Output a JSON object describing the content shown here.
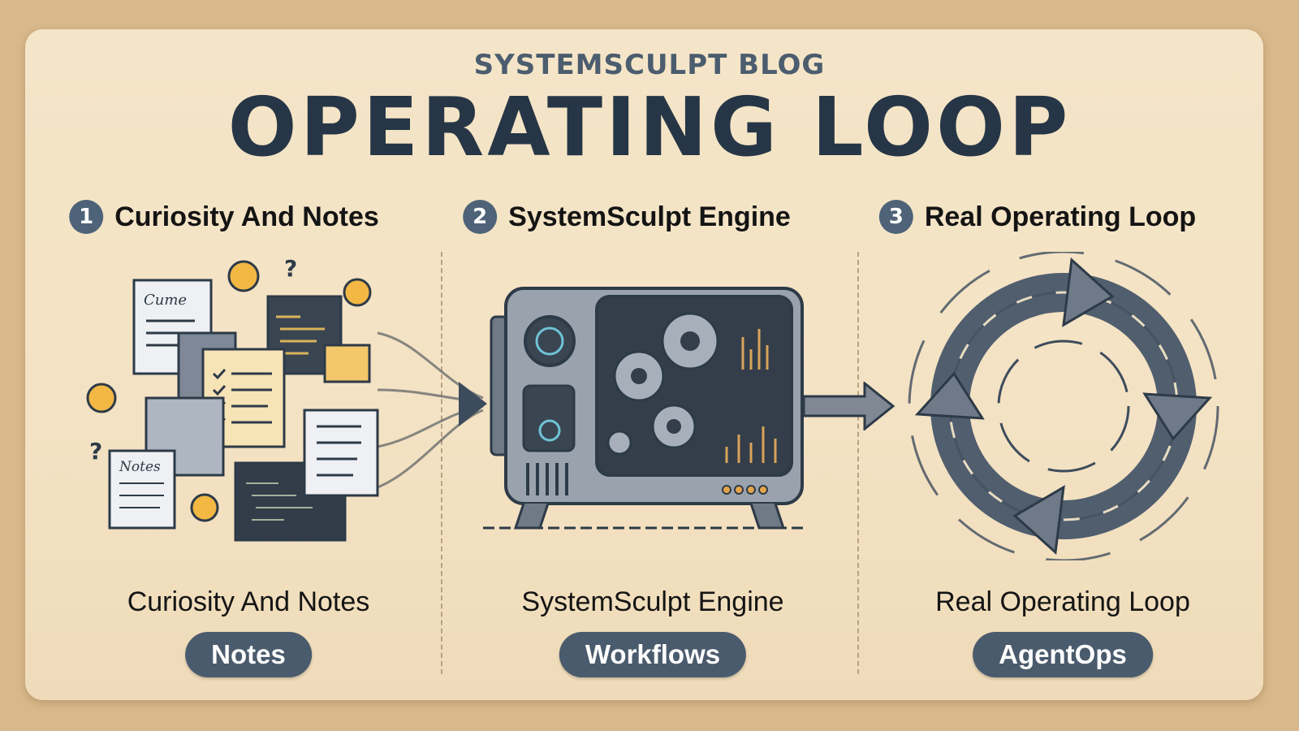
{
  "header": {
    "kicker": "SYSTEMSCULPT BLOG",
    "title": "OPERATING LOOP"
  },
  "steps": [
    {
      "number": "1",
      "label": "Curiosity And Notes",
      "caption": "Curiosity And Notes",
      "tag": "Notes"
    },
    {
      "number": "2",
      "label": "SystemSculpt Engine",
      "caption": "SystemSculpt Engine",
      "tag": "Workflows"
    },
    {
      "number": "3",
      "label": "Real Operating Loop",
      "caption": "Real Operating Loop",
      "tag": "AgentOps"
    }
  ],
  "illustration": {
    "note_title": "Notes",
    "doc_title": "Cume"
  },
  "colors": {
    "background": "#d8b98c",
    "card": "#f4e3c5",
    "ink": "#263646",
    "accent": "#4a5b6d",
    "bulb": "#f2b843"
  }
}
